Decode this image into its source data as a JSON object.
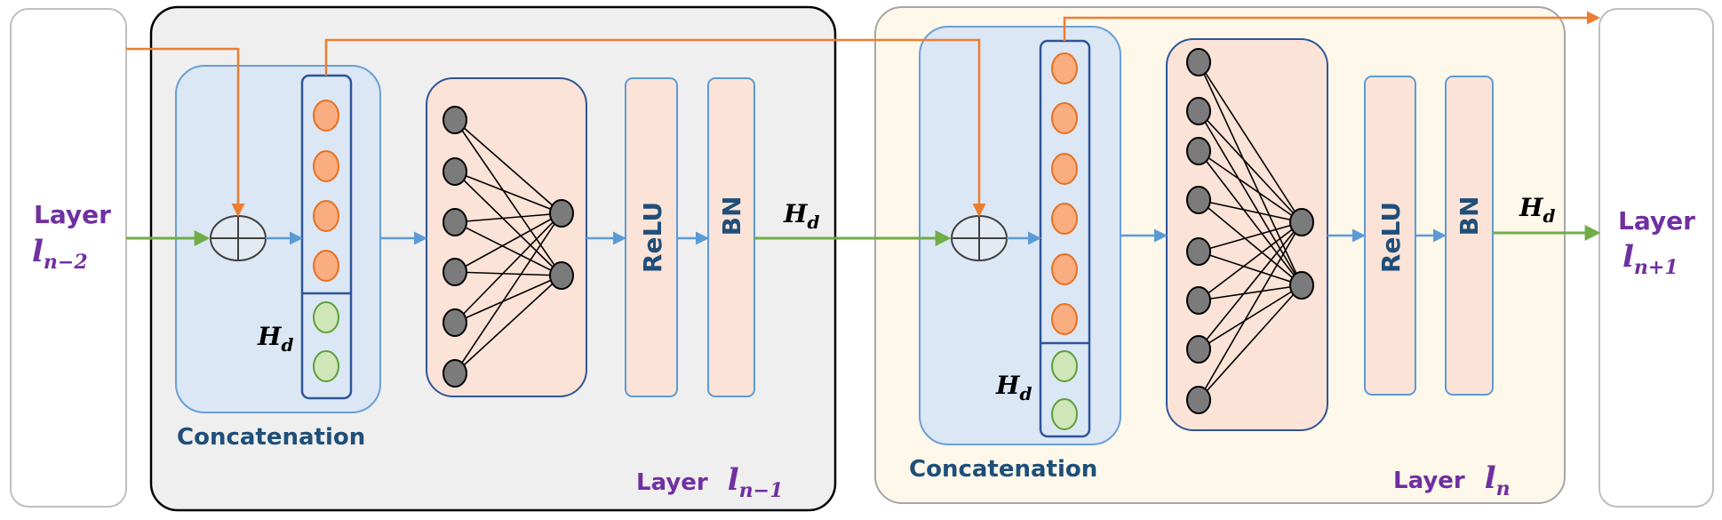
{
  "left_box": {
    "word": "Layer",
    "symbol": "l",
    "subscript": "n−2"
  },
  "right_box": {
    "word": "Layer",
    "symbol": "l",
    "subscript": "n+1"
  },
  "block1": {
    "caption_word": "Layer",
    "caption_symbol": "l",
    "caption_subscript": "n−1",
    "concat_label": "Concatenation",
    "hd_symbol": "H",
    "hd_subscript": "d",
    "relu_label": "ReLU",
    "bn_label": "BN",
    "output_symbol": "H",
    "output_subscript": "d"
  },
  "block2": {
    "caption_word": "Layer",
    "caption_symbol": "l",
    "caption_subscript": "n",
    "concat_label": "Concatenation",
    "hd_symbol": "H",
    "hd_subscript": "d",
    "relu_label": "ReLU",
    "bn_label": "BN",
    "output_symbol": "H",
    "output_subscript": "d"
  },
  "colors": {
    "layer1_bg": "#efefef",
    "layer2_bg": "#fdf8ea",
    "concat_bg": "#dbe7f5",
    "concat_border": "#6a9fd6",
    "vector_bg": "#dbe7f5",
    "vector_border": "#2f5597",
    "orange_node": "#f9ad80",
    "orange_stroke": "#e8701f",
    "green_node": "#cfe6b8",
    "green_stroke": "#5e9e3a",
    "net_bg": "#fbe3d7",
    "gray_node": "#7b7b7b",
    "skip_arrow": "#ed7d31",
    "main_arrow": "#70ad47",
    "inner_arrow": "#5b9bd5",
    "purple_text": "#7030a0",
    "dark_blue_text": "#1f4e79"
  }
}
